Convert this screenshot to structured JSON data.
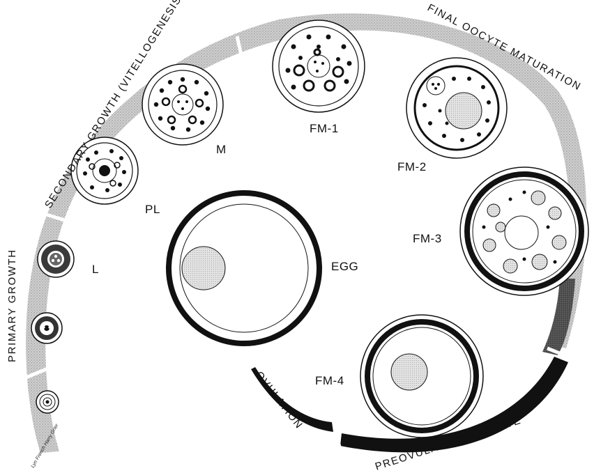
{
  "phases": {
    "primary": "PRIMARY GROWTH",
    "secondary": "SECONDARY GROWTH (VITELLOGENESIS)",
    "final": "FINAL OOCYTE MATURATION",
    "preovulatory": "PREOVULATORY OOCYTE",
    "ovulation": "OVULATION"
  },
  "stages": {
    "l": "L",
    "pl": "PL",
    "m": "M",
    "fm1": "FM-1",
    "fm2": "FM-2",
    "fm3": "FM-3",
    "fm4": "FM-4",
    "egg": "EGG"
  },
  "credit": "Lyn French Harry Grier",
  "colors": {
    "band": "#c9c9c9",
    "band_dark": "#5a5a5a",
    "ink": "#111111",
    "nucleus": "#dcdcdc"
  }
}
